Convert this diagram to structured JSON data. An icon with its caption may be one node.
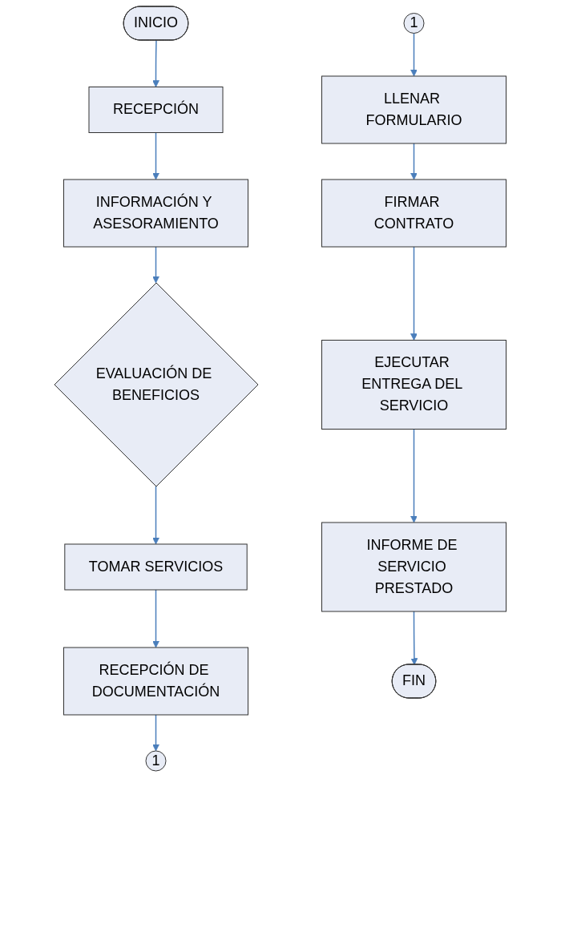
{
  "diagram": {
    "nodes": [
      {
        "text": [
          "INICIO"
        ]
      },
      {
        "text": [
          "RECEPCIÓN"
        ]
      },
      {
        "text": [
          "INFORMACIÓN Y ASESORAMIENTO"
        ]
      },
      {
        "text": [
          "EVALUACIÓN DE BENEFICIOS"
        ]
      },
      {
        "text": [
          "TOMAR SERVICIOS"
        ]
      },
      {
        "text": [
          "RECEPCIÓN DE DOCUMENTACIÓN"
        ]
      },
      {
        "text": [
          "1"
        ]
      },
      {
        "text": [
          "1"
        ]
      },
      {
        "text": [
          "LLENAR FORMULARIO"
        ]
      },
      {
        "text": [
          "FIRMAR CONTRATO"
        ]
      },
      {
        "text": [
          "EJECUTAR ENTREGA DEL SERVICIO"
        ]
      },
      {
        "text": [
          "INFORME DE SERVICIO PRESTADO"
        ]
      },
      {
        "text": [
          "FIN"
        ]
      }
    ],
    "edges": [
      {
        "from": 0,
        "to": 1,
        "arrow": "to"
      },
      {
        "from": 1,
        "to": 2,
        "arrow": "to"
      },
      {
        "from": 2,
        "to": 3,
        "arrow": "to"
      },
      {
        "from": 3,
        "to": 4,
        "arrow": "to"
      },
      {
        "from": 4,
        "to": 5,
        "arrow": "to"
      },
      {
        "from": 5,
        "to": 6,
        "arrow": "to"
      },
      {
        "from": 7,
        "to": 8,
        "arrow": "to"
      },
      {
        "from": 8,
        "to": 9,
        "arrow": "to"
      },
      {
        "from": 9,
        "to": 10,
        "arrow": "to"
      },
      {
        "from": 10,
        "to": 11,
        "arrow": "to"
      },
      {
        "from": 11,
        "to": 12,
        "arrow": "to"
      }
    ]
  }
}
